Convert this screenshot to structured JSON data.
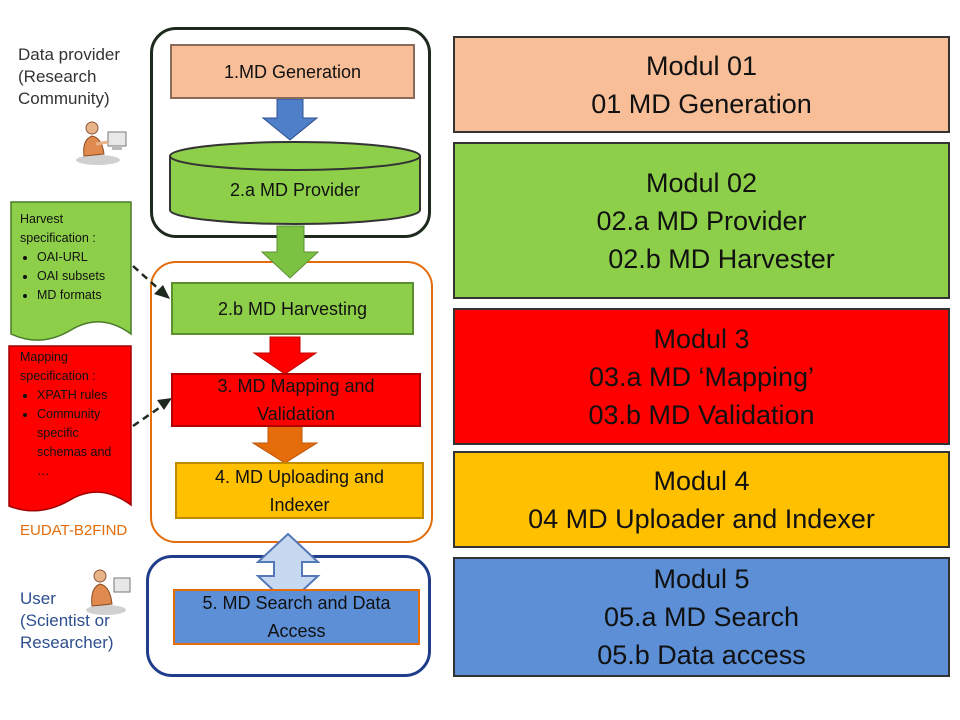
{
  "left": {
    "data_provider": [
      "Data provider",
      "(Research",
      "Community)"
    ],
    "user": [
      "User",
      "(Scientist or",
      "Researcher)"
    ],
    "eudat": "EUDAT-B2FIND",
    "harvest_spec": {
      "title": [
        "Harvest",
        "specification :"
      ],
      "items": [
        "OAI-URL",
        "OAI subsets",
        "MD formats"
      ]
    },
    "mapping_spec": {
      "title": [
        "Mapping",
        "specification :"
      ],
      "items": [
        "XPATH rules",
        "Community specific schemas and …"
      ]
    }
  },
  "steps": {
    "generation": "1.MD Generation",
    "provider": "2.a MD Provider",
    "harvesting": "2.b MD Harvesting",
    "mapping": [
      "3. MD Mapping and",
      "Validation"
    ],
    "uploading": [
      "4. MD Uploading and",
      "Indexer"
    ],
    "search": [
      "5. MD Search and Data",
      "Access"
    ]
  },
  "modules": [
    {
      "lines": [
        "Modul 01",
        "01 MD Generation"
      ],
      "color": "#f7be98"
    },
    {
      "lines": [
        "Modul 02",
        "02.a MD Provider",
        "02.b MD Harvester"
      ],
      "color": "#8ecf4a"
    },
    {
      "lines": [
        "Modul 3",
        "03.a MD ‘Mapping’",
        "03.b MD Validation"
      ],
      "color": "#ff0000"
    },
    {
      "lines": [
        "Modul 4",
        "04 MD Uploader and Indexer"
      ],
      "color": "#ffc000"
    },
    {
      "lines": [
        "Modul 5",
        "05.a MD Search",
        "05.b Data access"
      ],
      "color": "#5c8fd6"
    }
  ],
  "colors": {
    "peach": "#f7be98",
    "green": "#8ecf4a",
    "red": "#ff0000",
    "orange": "#e46c0a",
    "yellow": "#ffc000",
    "blue": "#5c8fd6",
    "arrow_blue": "#4f7fc8"
  }
}
